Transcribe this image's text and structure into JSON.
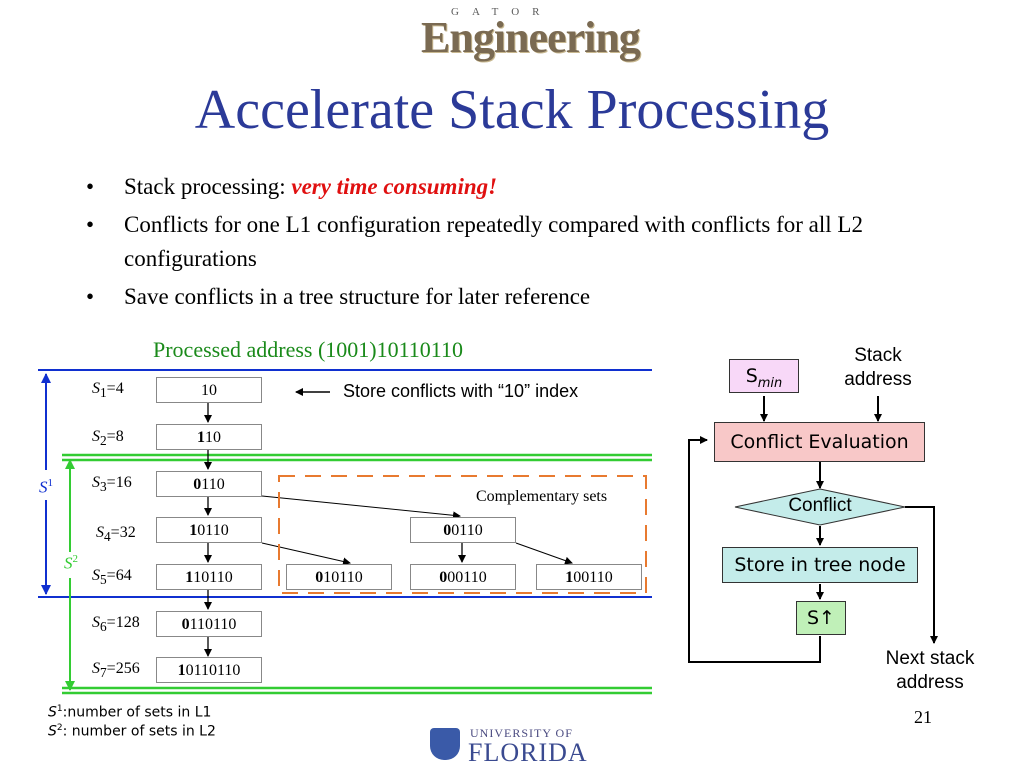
{
  "header_logo": {
    "sub": "GATOR",
    "main": "Engineering"
  },
  "title": "Accelerate Stack Processing",
  "bullets": [
    {
      "text": "Stack processing: ",
      "emph": "very time consuming!"
    },
    {
      "text": "Conflicts for one L1 configuration repeatedly compared with conflicts for all L2 configurations"
    },
    {
      "text": "Save conflicts in a tree structure for later reference"
    }
  ],
  "bullet_symbol": "•",
  "processed_address": "Processed address (1001)10110110",
  "levels": [
    {
      "sub": "1",
      "value": "4"
    },
    {
      "sub": "2",
      "value": "8"
    },
    {
      "sub": "3",
      "value": "16"
    },
    {
      "sub": "4",
      "value": "32"
    },
    {
      "sub": "5",
      "value": "64"
    },
    {
      "sub": "6",
      "value": "128"
    },
    {
      "sub": "7",
      "value": "256"
    }
  ],
  "nodes": [
    {
      "bold": "",
      "rest": "10"
    },
    {
      "bold": "1",
      "rest": "10"
    },
    {
      "bold": "0",
      "rest": "110"
    },
    {
      "bold": "1",
      "rest": "0110"
    },
    {
      "bold": "0",
      "rest": "0110"
    },
    {
      "bold": "1",
      "rest": "10110"
    },
    {
      "bold": "0",
      "rest": "10110"
    },
    {
      "bold": "0",
      "rest": "00110"
    },
    {
      "bold": "1",
      "rest": "00110"
    },
    {
      "bold": "0",
      "rest": "110110"
    },
    {
      "bold": "1",
      "rest": "0110110"
    }
  ],
  "store_conflicts_note": "Store conflicts with “10” index",
  "complementary_label": "Complementary sets",
  "range_labels": {
    "s1": "S",
    "s1_sup": "1",
    "s2": "S",
    "s2_sup": "2"
  },
  "flowchart": {
    "smin": "S",
    "smin_sub": "min",
    "stack_address": "Stack address",
    "conflict_evaluation": "Conflict Evaluation",
    "conflict": "Conflict",
    "store_tree_node": "Store in tree node",
    "s_up": "S↑",
    "next_stack_address": "Next stack address"
  },
  "footnotes": [
    {
      "sym": "S",
      "sup": "1",
      "text": ":number of sets in L1"
    },
    {
      "sym": "S",
      "sup": "2",
      "text": ": number of sets in L2"
    }
  ],
  "page_number": "21",
  "footer_logo": {
    "top": "UNIVERSITY OF",
    "main": "FLORIDA"
  },
  "colors": {
    "title": "#2b3a98",
    "green": "#1a8a1a",
    "blue_line": "#1030d0",
    "green_line": "#33cc33",
    "orange": "#e87a30",
    "pink": "#f8c8c8",
    "teal": "#c4ecea",
    "lgreen": "#c0f0b8",
    "lilac": "#f8d8f8"
  }
}
